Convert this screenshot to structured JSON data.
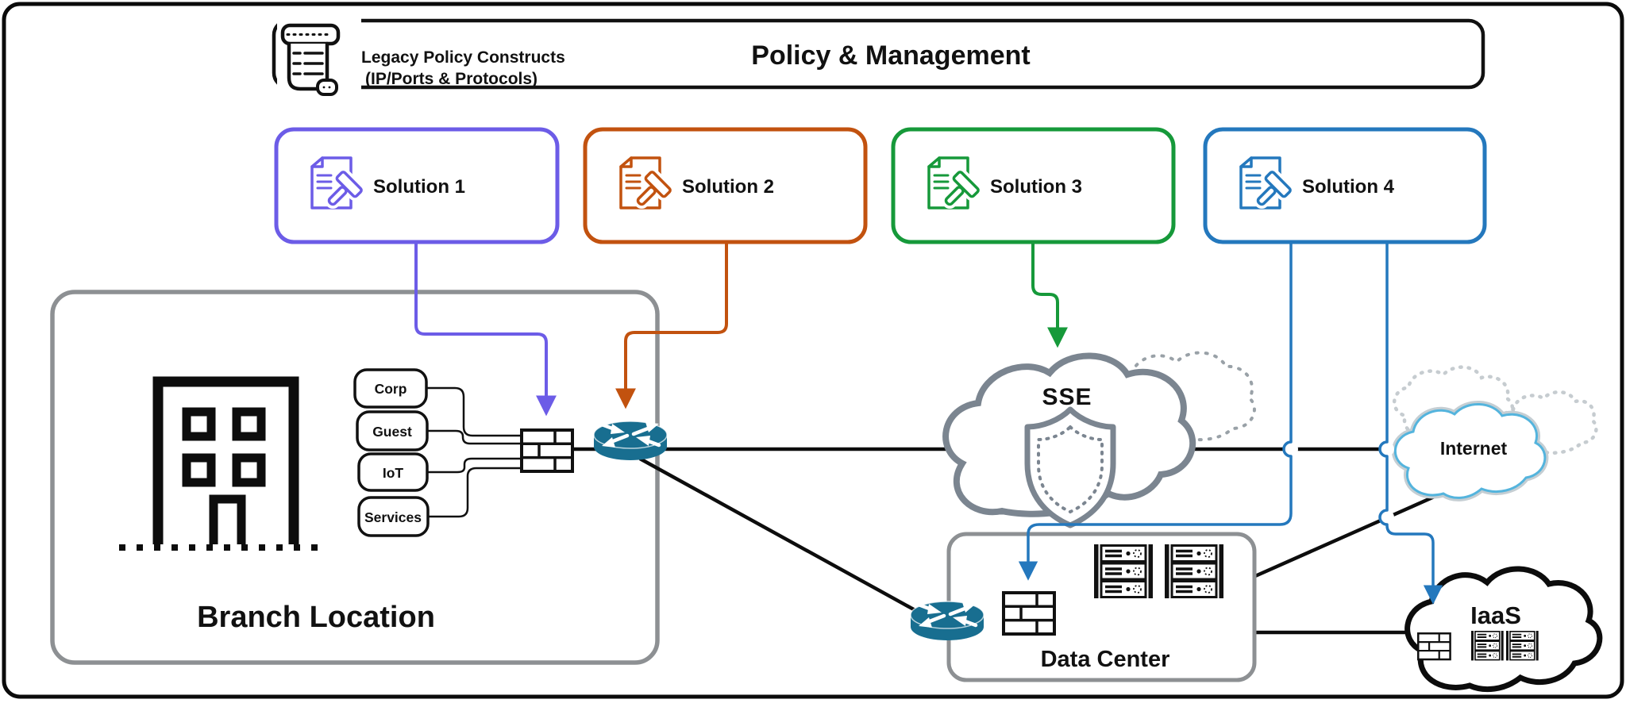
{
  "policy": {
    "title": "Policy & Management",
    "legacy_label_line1": "Legacy Policy Constructs",
    "legacy_label_line2": "(IP/Ports & Protocols)"
  },
  "solutions": [
    {
      "label": "Solution 1",
      "color": "#6c5ce7"
    },
    {
      "label": "Solution 2",
      "color": "#c2520f"
    },
    {
      "label": "Solution 3",
      "color": "#16993a"
    },
    {
      "label": "Solution 4",
      "color": "#2478bd"
    }
  ],
  "branch": {
    "title": "Branch Location",
    "network_segments": [
      "Corp",
      "Guest",
      "IoT",
      "Services"
    ]
  },
  "sse": {
    "label": "SSE"
  },
  "internet": {
    "label": "Internet"
  },
  "datacenter": {
    "title": "Data Center"
  },
  "iaas": {
    "label": "IaaS"
  },
  "colors": {
    "router": "#186e90",
    "branch_border": "#8d9093",
    "dc_border": "#8d9093",
    "sse_cloud": "#7b8590",
    "internet_cloud": "#54b4dd",
    "frame": "#0b0b0b",
    "line": "#0d0d0d"
  }
}
